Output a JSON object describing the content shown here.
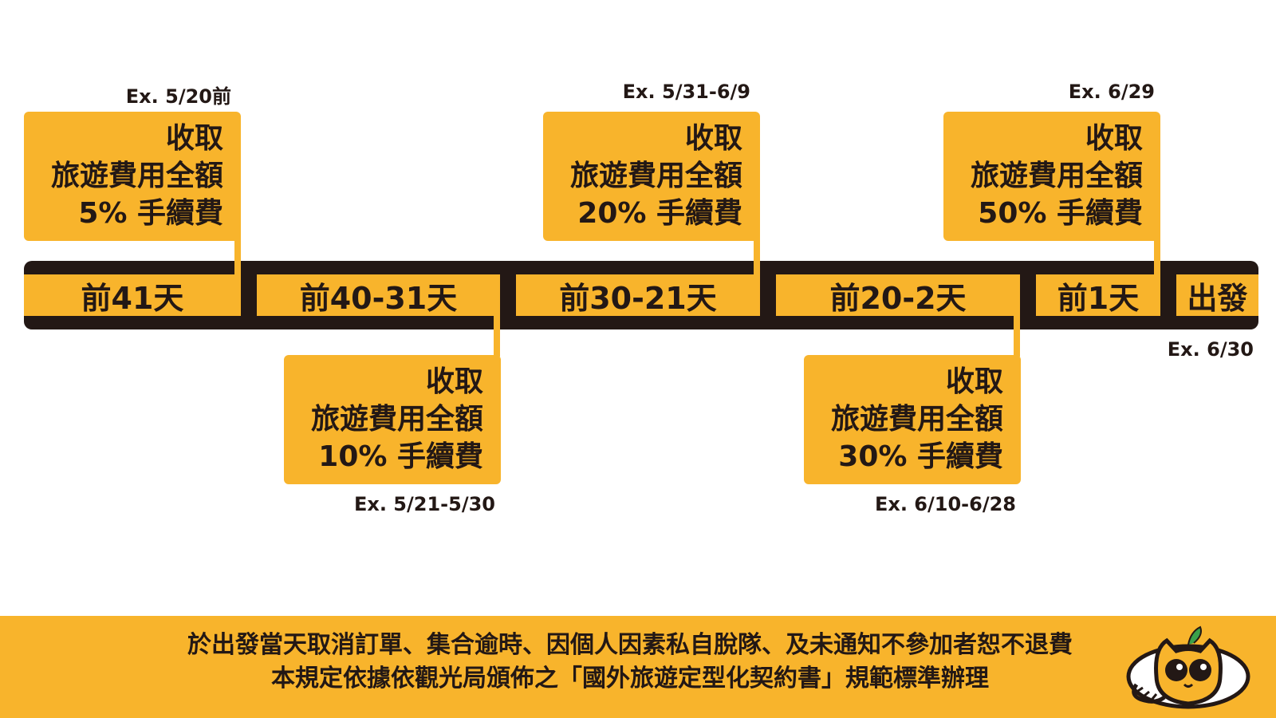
{
  "timeline": {
    "segments": [
      {
        "label": "前41天"
      },
      {
        "label": "前40-31天"
      },
      {
        "label": "前30-21天"
      },
      {
        "label": "前20-2天"
      },
      {
        "label": "前1天"
      },
      {
        "label": "出發"
      }
    ]
  },
  "fees": [
    {
      "line1": "收取",
      "line2": "旅遊費用全額",
      "line3": "5% 手續費",
      "example": "Ex. 5/20前"
    },
    {
      "line1": "收取",
      "line2": "旅遊費用全額",
      "line3": "10% 手續費",
      "example": "Ex. 5/21-5/30"
    },
    {
      "line1": "收取",
      "line2": "旅遊費用全額",
      "line3": "20% 手續費",
      "example": "Ex. 5/31-6/9"
    },
    {
      "line1": "收取",
      "line2": "旅遊費用全額",
      "line3": "30% 手續費",
      "example": "Ex. 6/10-6/28"
    },
    {
      "line1": "收取",
      "line2": "旅遊費用全額",
      "line3": "50% 手續費",
      "example": "Ex. 6/29"
    }
  ],
  "departure_example": "Ex. 6/30",
  "footer": {
    "line1": "於出發當天取消訂單、集合逾時、因個人因素私自脫隊、及未通知不參加者恕不退費",
    "line2": "本規定依據依觀光局頒佈之「國外旅遊定型化契約書」規範標準辦理"
  },
  "colors": {
    "accent": "#f8b42c",
    "dark": "#231815",
    "background": "#ffffff"
  },
  "icons": {
    "mascot": "cat-mascot-icon"
  }
}
